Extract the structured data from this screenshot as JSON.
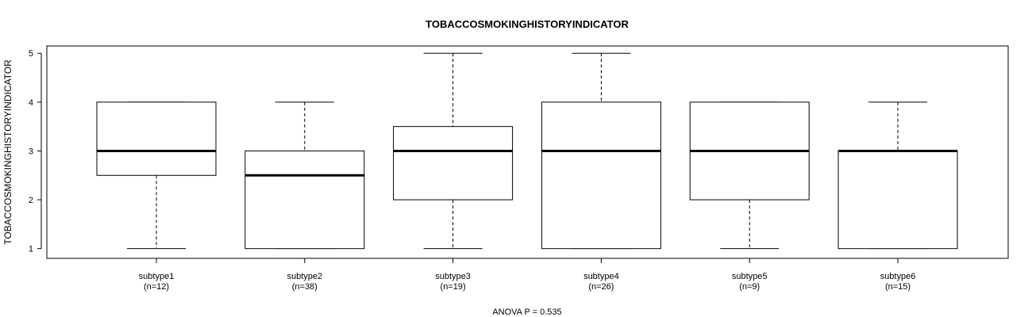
{
  "chart_data": {
    "type": "boxplot",
    "title": "TOBACCOSMOKINGHISTORYINDICATOR",
    "xlabel": "",
    "ylabel": "TOBACCOSMOKINGHISTORYINDICATOR",
    "ylim": [
      0.8,
      5.15
    ],
    "yticks": [
      "1",
      "2",
      "3",
      "4",
      "5"
    ],
    "grid": false,
    "legend": "none",
    "footnote": "ANOVA P = 0.535",
    "categories": [
      {
        "label": "subtype1",
        "n": "(n=12)",
        "whisker_low": 1,
        "q1": 2.5,
        "median": 3,
        "q3": 4,
        "whisker_high": 4
      },
      {
        "label": "subtype2",
        "n": "(n=38)",
        "whisker_low": 1,
        "q1": 1,
        "median": 2.5,
        "q3": 3,
        "whisker_high": 4
      },
      {
        "label": "subtype3",
        "n": "(n=19)",
        "whisker_low": 1,
        "q1": 2,
        "median": 3,
        "q3": 3.5,
        "whisker_high": 5
      },
      {
        "label": "subtype4",
        "n": "(n=26)",
        "whisker_low": 1,
        "q1": 1,
        "median": 3,
        "q3": 4,
        "whisker_high": 5
      },
      {
        "label": "subtype5",
        "n": "(n=9)",
        "whisker_low": 1,
        "q1": 2,
        "median": 3,
        "q3": 4,
        "whisker_high": 4
      },
      {
        "label": "subtype6",
        "n": "(n=15)",
        "whisker_low": 1,
        "q1": 1,
        "median": 3,
        "q3": 3,
        "whisker_high": 4
      }
    ]
  }
}
